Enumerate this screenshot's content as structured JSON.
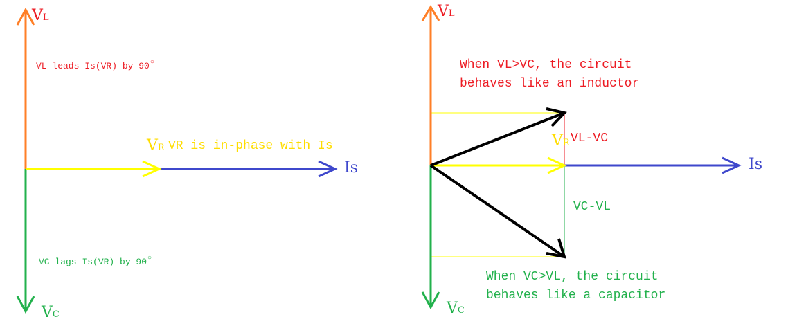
{
  "colors": {
    "inductor": "#ff7f27",
    "resistor": "#ffff00",
    "current": "#3f48cc",
    "capacitor": "#22b14c",
    "resultant": "#000000",
    "note_red": "#ed1c24",
    "note_green": "#22b14c",
    "label_yellow": "#ffdd00"
  },
  "left": {
    "vl_main": "V",
    "vl_sub": "L",
    "vc_main": "V",
    "vc_sub": "C",
    "vr_main": "V",
    "vr_sub": "R",
    "is_label": "Is",
    "vl_note": "VL leads Is(VR) by 90",
    "vl_note_deg": "○",
    "vr_note": "VR is in-phase with Is",
    "vc_note": "VC lags Is(VR) by 90",
    "vc_note_deg": "○"
  },
  "right": {
    "vl_main": "V",
    "vl_sub": "L",
    "vc_main": "V",
    "vc_sub": "C",
    "vr_main": "V",
    "vr_sub": "R",
    "is_label": "Is",
    "inductor_line1": "When VL>VC, the circuit",
    "inductor_line2": "behaves like an inductor",
    "vl_minus_vc": "VL-VC",
    "vc_minus_vl": "VC-VL",
    "capacitor_line1": "When VC>VL, the circuit",
    "capacitor_line2": "behaves like a capacitor"
  }
}
